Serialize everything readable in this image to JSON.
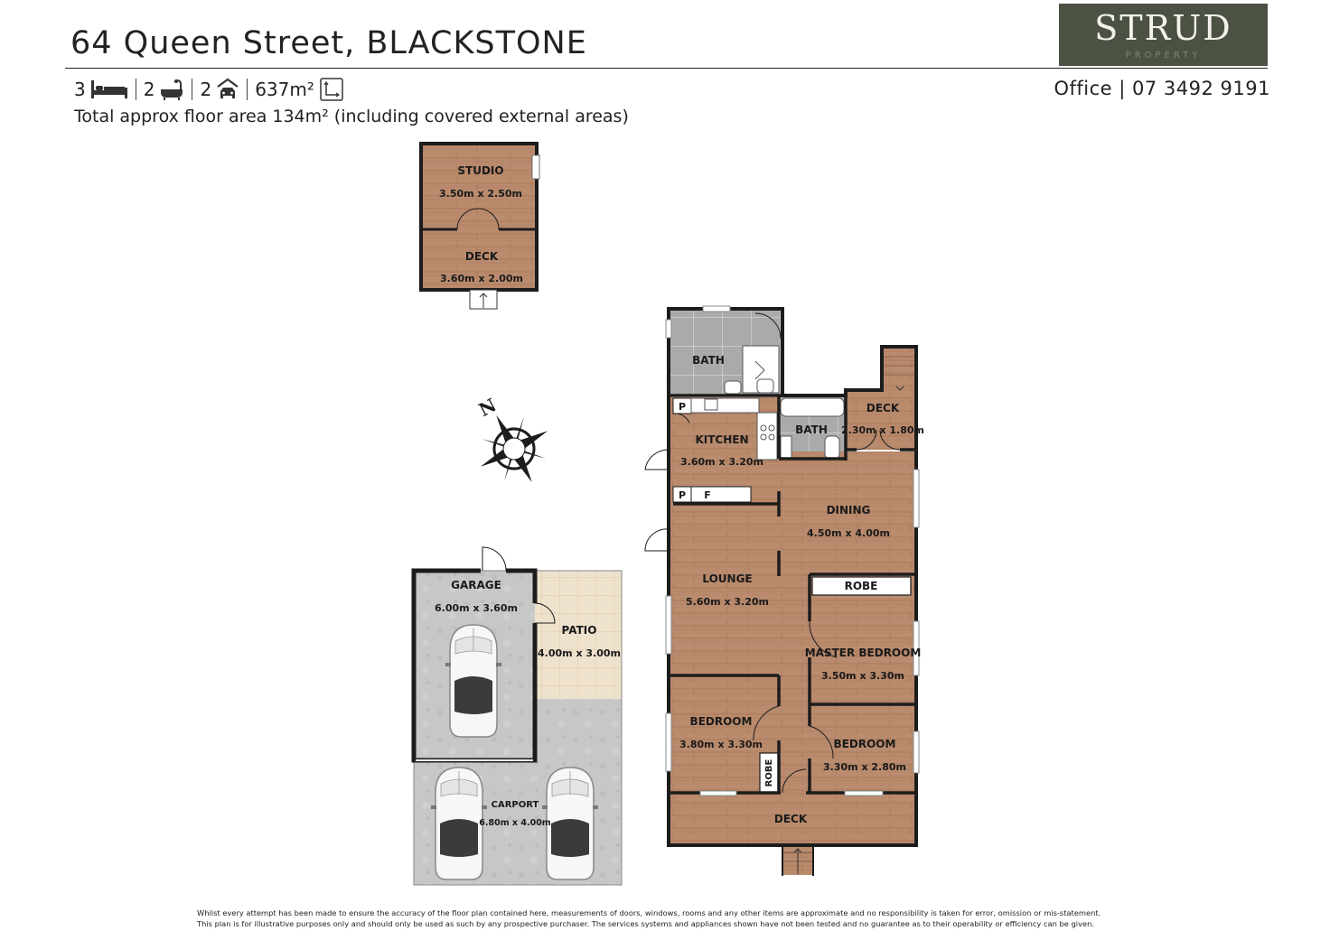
{
  "header": {
    "title": "64 Queen Street, BLACKSTONE",
    "office": "Office | 07 3492 9191",
    "area_note": "Total approx floor area 134m² (including covered external areas)"
  },
  "logo": {
    "brand": "STRUD",
    "sub": "PROPERTY"
  },
  "stats": {
    "bedrooms": "3",
    "bathrooms": "2",
    "car_spaces": "2",
    "land": "637m²"
  },
  "icons": [
    "bed-icon",
    "bath-icon",
    "car-icon",
    "land-icon",
    "compass-icon"
  ],
  "compass": {
    "north": "N"
  },
  "rooms": {
    "studio": {
      "label": "STUDIO",
      "dims": "3.50m x 2.50m"
    },
    "studio_deck": {
      "label": "DECK",
      "dims": "3.60m x 2.00m"
    },
    "bath_upper": {
      "label": "BATH"
    },
    "bath_lower": {
      "label": "BATH"
    },
    "kitchen": {
      "label": "KITCHEN",
      "dims": "3.60m x 3.20m"
    },
    "deck_side": {
      "label": "DECK",
      "dims": "2.30m x 1.80m"
    },
    "dining": {
      "label": "DINING",
      "dims": "4.50m x 4.00m"
    },
    "lounge": {
      "label": "LOUNGE",
      "dims": "5.60m x 3.20m"
    },
    "robe_master": {
      "label": "ROBE"
    },
    "master": {
      "label": "MASTER BEDROOM",
      "dims": "3.50m x 3.30m"
    },
    "bedroom_left": {
      "label": "BEDROOM",
      "dims": "3.80m x 3.30m"
    },
    "robe_small": {
      "label": "ROBE"
    },
    "bedroom_right": {
      "label": "BEDROOM",
      "dims": "3.30m x 2.80m"
    },
    "deck_front": {
      "label": "DECK"
    },
    "garage": {
      "label": "GARAGE",
      "dims": "6.00m x 3.60m"
    },
    "patio": {
      "label": "PATIO",
      "dims": "4.00m x 3.00m"
    },
    "carport": {
      "label": "CARPORT",
      "dims": "6.80m x 4.00m"
    },
    "pantry_1": {
      "label": "P"
    },
    "pantry_2": {
      "label": "P"
    },
    "fridge": {
      "label": "F"
    }
  },
  "colors": {
    "timber": "#b98a6c",
    "tile": "#a9aaa9",
    "concrete": "#c7c8c6",
    "patio": "#efe2cd",
    "wall": "#1c1c1c",
    "logo_bg": "#4b5143"
  },
  "disclaimer": {
    "line1": "Whilst every attempt has been made to ensure the accuracy of the floor plan contained here, measurements of doors, windows, rooms and any other items are approximate and no responsibility is taken for error, omission or mis-statement.",
    "line2": "This plan is for illustrative purposes only and should only be used as such by any prospective purchaser. The services systems and appliances shown have not been tested and no guarantee as to their operability or efficiency can be given."
  }
}
